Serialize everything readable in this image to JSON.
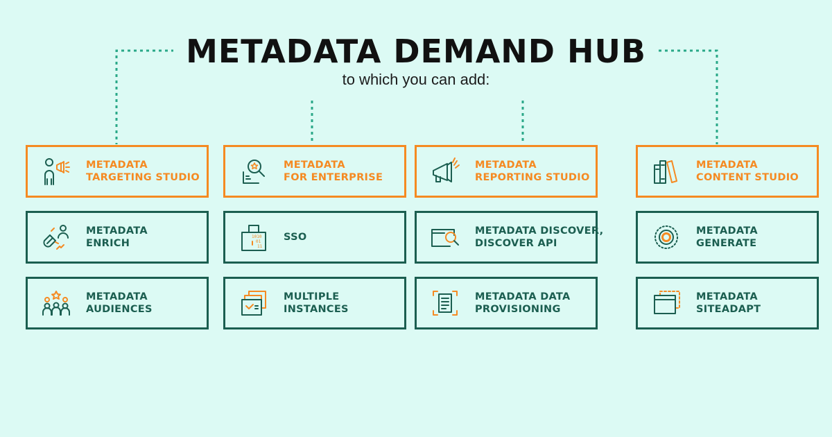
{
  "header": {
    "title": "METADATA DEMAND HUB",
    "subtitle": "to which you can add:"
  },
  "colors": {
    "background": "#dcfaf4",
    "orange": "#f58a22",
    "green": "#1b5e50",
    "connector": "#2aa888"
  },
  "columns": [
    {
      "items": [
        {
          "line1": "METADATA",
          "line2": "TARGETING STUDIO",
          "style": "orange",
          "icon": "person-megaphone-icon"
        },
        {
          "line1": "METADATA",
          "line2": "ENRICH",
          "style": "green",
          "icon": "magnet-person-icon"
        },
        {
          "line1": "METADATA",
          "line2": "AUDIENCES",
          "style": "green",
          "icon": "audience-group-icon"
        }
      ]
    },
    {
      "items": [
        {
          "line1": "METADATA",
          "line2": "FOR ENTERPRISE",
          "style": "orange",
          "icon": "magnifier-star-icon"
        },
        {
          "line1": "SSO",
          "line2": "",
          "style": "green",
          "icon": "binary-lock-icon"
        },
        {
          "line1": "MULTIPLE",
          "line2": "INSTANCES",
          "style": "green",
          "icon": "stacked-windows-icon"
        }
      ]
    },
    {
      "items": [
        {
          "line1": "METADATA",
          "line2": "REPORTING STUDIO",
          "style": "orange",
          "icon": "megaphone-icon"
        },
        {
          "line1": "METADATA DISCOVER,",
          "line2": "DISCOVER API",
          "style": "green",
          "icon": "browser-search-icon"
        },
        {
          "line1": "METADATA DATA",
          "line2": "PROVISIONING",
          "style": "green",
          "icon": "document-scan-icon"
        }
      ]
    },
    {
      "items": [
        {
          "line1": "METADATA",
          "line2": "CONTENT STUDIO",
          "style": "orange",
          "icon": "books-icon"
        },
        {
          "line1": "METADATA",
          "line2": "GENERATE",
          "style": "green",
          "icon": "target-circle-icon"
        },
        {
          "line1": "METADATA",
          "line2": "SITEADAPT",
          "style": "green",
          "icon": "window-layout-icon"
        }
      ]
    }
  ]
}
